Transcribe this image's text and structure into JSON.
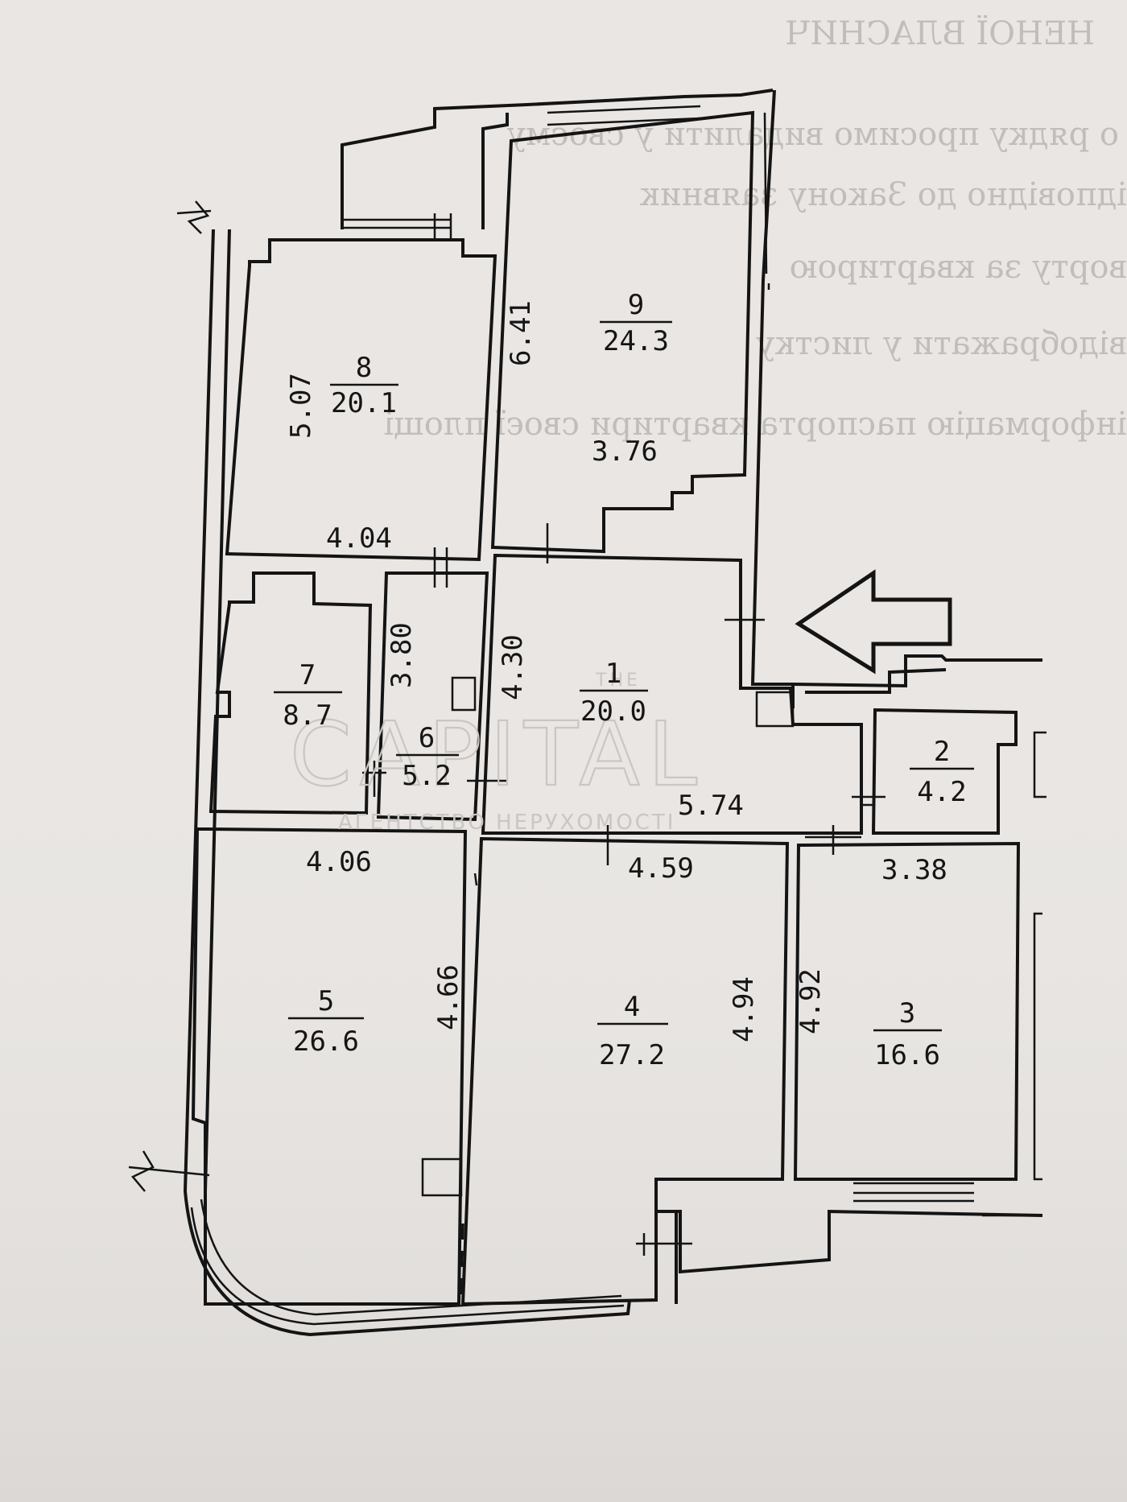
{
  "background_bleed": [
    "НЕНОЇ ВЛАСНИЧ",
    "о рядку просимо видалити у своєму",
    "ідповідно до Закону заявник",
    "ворту за квартирою",
    "відображати у листку",
    "інформацію паспорта квартири своєї площі"
  ],
  "watermark": {
    "top": "THE",
    "brand": "CAPITAL",
    "sub": "АГЕНТСТВО НЕРУХОМОСТІ"
  },
  "rooms": [
    {
      "id": "1",
      "area": "20.0"
    },
    {
      "id": "2",
      "area": "4.2"
    },
    {
      "id": "3",
      "area": "16.6"
    },
    {
      "id": "4",
      "area": "27.2"
    },
    {
      "id": "5",
      "area": "26.6"
    },
    {
      "id": "6",
      "area": "5.2"
    },
    {
      "id": "7",
      "area": "8.7"
    },
    {
      "id": "8",
      "area": "20.1"
    },
    {
      "id": "9",
      "area": "24.3"
    }
  ],
  "dimensions": {
    "d_507": "5.07",
    "d_404": "4.04",
    "d_641": "6.41",
    "d_376": "3.76",
    "d_380": "3.80",
    "d_430": "4.30",
    "d_574": "5.74",
    "d_406": "4.06",
    "d_459": "4.59",
    "d_338": "3.38",
    "d_466": "4.66",
    "d_494": "4.94",
    "d_492": "4.92"
  },
  "colors": {
    "paper": "#e9e6e3",
    "ink": "#141414",
    "watermark": "#c9c6c3"
  },
  "icons": {
    "entrance": "arrow-left-icon"
  }
}
